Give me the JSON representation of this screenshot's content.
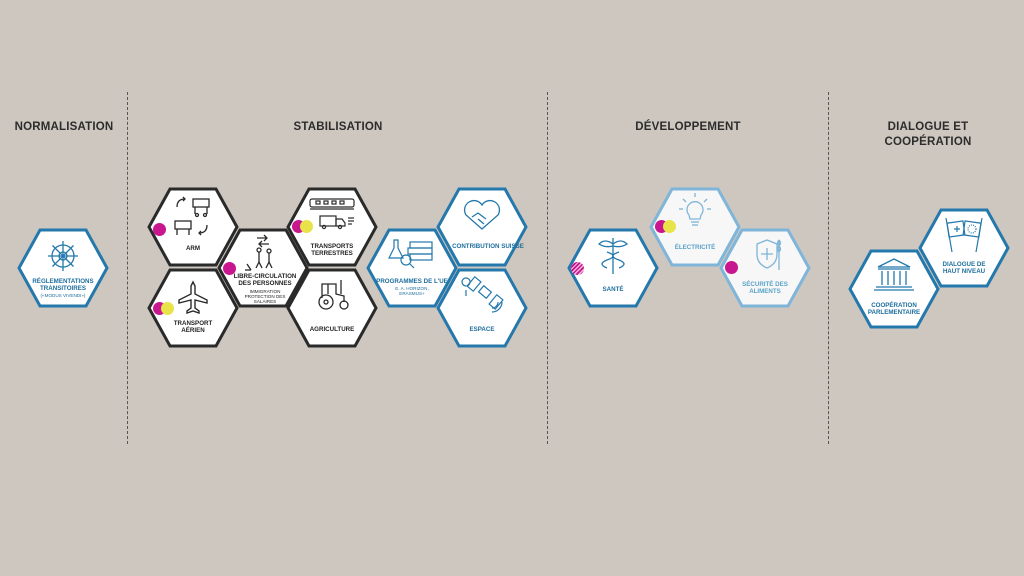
{
  "columns": [
    {
      "title": "NORMALISATION"
    },
    {
      "title": "STABILISATION"
    },
    {
      "title": "DÉVELOPPEMENT"
    },
    {
      "title": "DIALOGUE ET COOPÉRATION"
    }
  ],
  "hexes": {
    "reglementations": {
      "label": "RÉGLEMENTATIONS TRANSITOIRES",
      "sub": "(«MODUS VIVENDI»)",
      "icon": "ships-wheel-icon"
    },
    "arm": {
      "label": "ARM",
      "icon": "trade-carts-icon"
    },
    "transport_aerien": {
      "label": "TRANSPORT AÉRIEN",
      "icon": "airplane-icon"
    },
    "libre_circulation": {
      "label": "LIBRE-CIRCULATION DES PERSONNES",
      "sub": "IMMIGRATION PROTECTION DES SALAIRES",
      "icon": "people-icon"
    },
    "transports_terrestres": {
      "label": "TRANSPORTS TERRESTRES",
      "icon": "train-truck-icon"
    },
    "agriculture": {
      "label": "AGRICULTURE",
      "icon": "tractor-icon"
    },
    "programmes_ue": {
      "label": "PROGRAMMES DE L'UE",
      "sub": "E. A. HORIZON, ERASMUS+",
      "icon": "lab-books-icon"
    },
    "contribution_suisse": {
      "label": "CONTRIBUTION SUISSE",
      "icon": "heart-handshake-icon"
    },
    "espace": {
      "label": "ESPACE",
      "icon": "satellite-icon"
    },
    "sante": {
      "label": "SANTÉ",
      "icon": "caduceus-icon"
    },
    "electricite": {
      "label": "ÉLECTRICITÉ",
      "icon": "lightbulb-icon"
    },
    "securite_aliments": {
      "label": "SÉCURITÉ DES ALIMENTS",
      "icon": "shield-wheat-icon"
    },
    "cooperation_parl": {
      "label": "COOPÉRATION PARLEMENTAIRE",
      "icon": "parliament-icon"
    },
    "dialogue_haut_niveau": {
      "label": "DIALOGUE DE HAUT NIVEAU",
      "icon": "flags-icon"
    }
  },
  "colors": {
    "background": "#cec7c0",
    "dark": "#2a2a2a",
    "blue": "#2478ab",
    "light_blue": "#7fb5d8",
    "pink": "#c8168f",
    "yellow": "#e9e34a"
  }
}
